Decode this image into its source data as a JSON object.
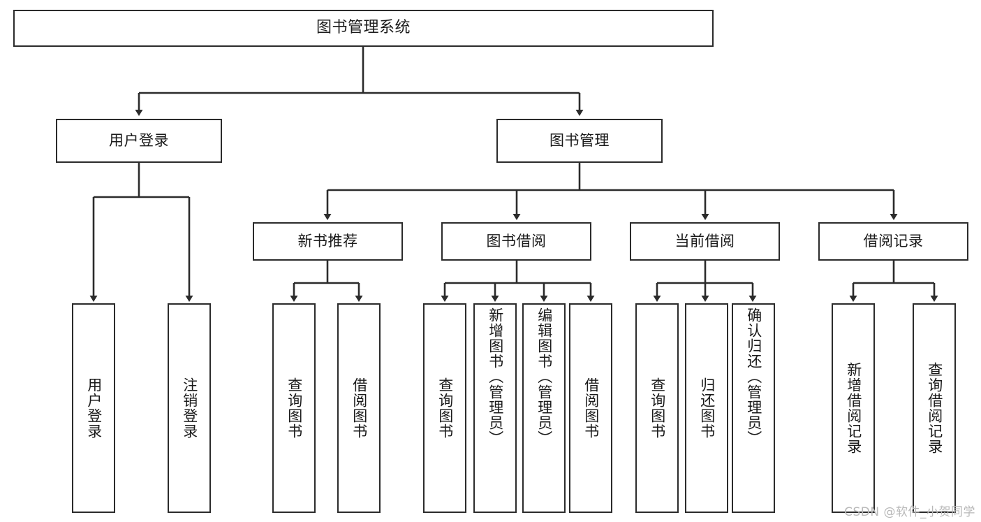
{
  "diagram": {
    "title": "图书管理系统",
    "type": "tree",
    "orientation": "top-down",
    "watermark": "CSDN @软件_小贺同学",
    "colors": {
      "stroke": "#2b2b2b",
      "fill": "#ffffff",
      "text": "#1a1a1a",
      "watermark": "#b8b8b8"
    },
    "levels": {
      "root": {
        "label": "图书管理系统"
      },
      "level2": [
        {
          "id": "user-login",
          "label": "用户登录"
        },
        {
          "id": "book-management",
          "label": "图书管理"
        }
      ],
      "level3": [
        {
          "id": "new-book-recommend",
          "label": "新书推荐",
          "parent": "book-management"
        },
        {
          "id": "book-borrow",
          "label": "图书借阅",
          "parent": "book-management"
        },
        {
          "id": "current-borrow",
          "label": "当前借阅",
          "parent": "book-management"
        },
        {
          "id": "borrow-record",
          "label": "借阅记录",
          "parent": "book-management"
        }
      ],
      "leaves": [
        {
          "id": "leaf-user-login",
          "label": "用户登录",
          "parent": "user-login"
        },
        {
          "id": "leaf-user-logout",
          "label": "注销登录",
          "parent": "user-login"
        },
        {
          "id": "leaf-query-book-1",
          "label": "查询图书",
          "parent": "new-book-recommend"
        },
        {
          "id": "leaf-borrow-book-1",
          "label": "借阅图书",
          "parent": "new-book-recommend"
        },
        {
          "id": "leaf-query-book-2",
          "label": "查询图书",
          "parent": "book-borrow"
        },
        {
          "id": "leaf-add-book",
          "label": "新增图书（管理员）",
          "parent": "book-borrow"
        },
        {
          "id": "leaf-edit-book",
          "label": "编辑图书（管理员）",
          "parent": "book-borrow"
        },
        {
          "id": "leaf-borrow-book-2",
          "label": "借阅图书",
          "parent": "book-borrow"
        },
        {
          "id": "leaf-query-book-3",
          "label": "查询图书",
          "parent": "current-borrow"
        },
        {
          "id": "leaf-return-book",
          "label": "归还图书",
          "parent": "current-borrow"
        },
        {
          "id": "leaf-confirm-return",
          "label": "确认归还（管理员）",
          "parent": "current-borrow"
        },
        {
          "id": "leaf-add-record",
          "label": "新增借阅记录",
          "parent": "borrow-record"
        },
        {
          "id": "leaf-query-record",
          "label": "查询借阅记录",
          "parent": "borrow-record"
        }
      ]
    }
  }
}
